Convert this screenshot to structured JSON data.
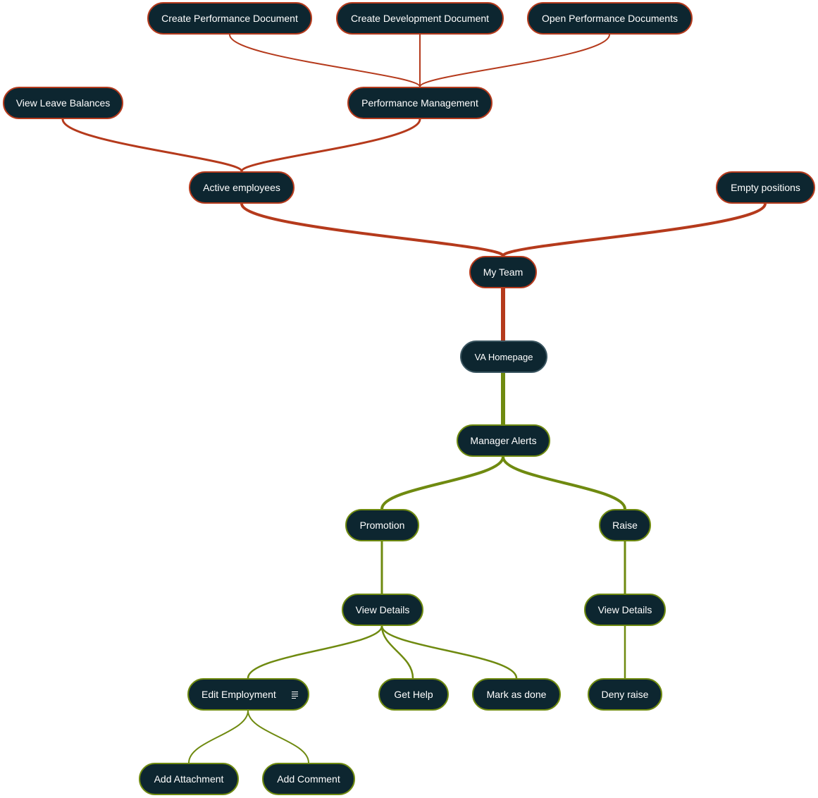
{
  "mindmap": {
    "root": "VA Homepage",
    "colors": {
      "upper_branch": "#b53a1c",
      "lower_branch": "#6f8a10",
      "node_fill": "#0d2630",
      "root_border": "#3a5560",
      "text": "#ffffff"
    },
    "nodes": {
      "create_perf_doc": "Create Performance Document",
      "create_dev_doc": "Create Development Document",
      "open_perf_docs": "Open Performance Documents",
      "view_leave": "View Leave Balances",
      "perf_mgmt": "Performance Management",
      "active_employees": "Active employees",
      "empty_positions": "Empty positions",
      "my_team": "My Team",
      "va_homepage": "VA Homepage",
      "manager_alerts": "Manager Alerts",
      "promotion": "Promotion",
      "raise": "Raise",
      "view_details_promo": "View Details",
      "view_details_raise": "View Details",
      "edit_employment": "Edit Employment",
      "get_help": "Get Help",
      "mark_done": "Mark as done",
      "deny_raise": "Deny raise",
      "add_attachment": "Add Attachment",
      "add_comment": "Add Comment"
    },
    "edges": [
      [
        "va_homepage",
        "my_team"
      ],
      [
        "my_team",
        "active_employees"
      ],
      [
        "my_team",
        "empty_positions"
      ],
      [
        "active_employees",
        "view_leave"
      ],
      [
        "active_employees",
        "perf_mgmt"
      ],
      [
        "perf_mgmt",
        "create_perf_doc"
      ],
      [
        "perf_mgmt",
        "create_dev_doc"
      ],
      [
        "perf_mgmt",
        "open_perf_docs"
      ],
      [
        "va_homepage",
        "manager_alerts"
      ],
      [
        "manager_alerts",
        "promotion"
      ],
      [
        "manager_alerts",
        "raise"
      ],
      [
        "promotion",
        "view_details_promo"
      ],
      [
        "raise",
        "view_details_raise"
      ],
      [
        "view_details_promo",
        "edit_employment"
      ],
      [
        "view_details_promo",
        "get_help"
      ],
      [
        "view_details_promo",
        "mark_done"
      ],
      [
        "view_details_raise",
        "deny_raise"
      ],
      [
        "edit_employment",
        "add_attachment"
      ],
      [
        "edit_employment",
        "add_comment"
      ]
    ],
    "icons": {
      "edit_employment": "note-icon"
    }
  }
}
